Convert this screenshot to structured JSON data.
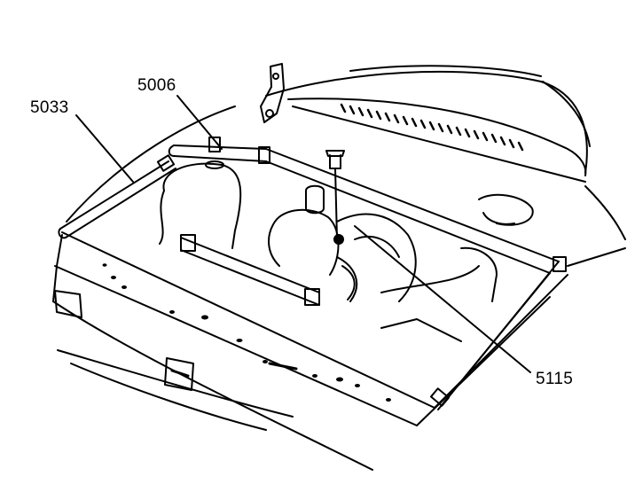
{
  "callouts": {
    "c5033": "5033",
    "c5006": "5006",
    "c5115": "5115"
  },
  "colors": {
    "ink": "#000000",
    "paper": "#ffffff"
  }
}
